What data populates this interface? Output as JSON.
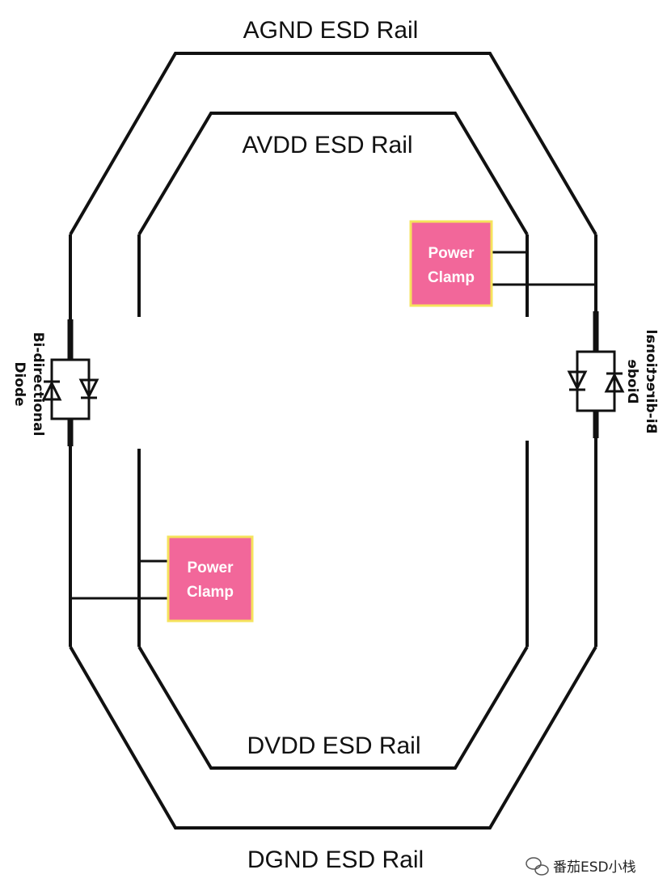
{
  "rails": {
    "agnd": "AGND ESD Rail",
    "avdd": "AVDD ESD Rail",
    "dvdd": "DVDD ESD Rail",
    "dgnd": "DGND ESD Rail"
  },
  "clamps": {
    "top_right": {
      "line1": "Power",
      "line2": "Clamp"
    },
    "bottom_left": {
      "line1": "Power",
      "line2": "Clamp"
    }
  },
  "diodes": {
    "left": {
      "line1": "Bi-directional",
      "line2": "Diode"
    },
    "right": {
      "line1": "Bi-directional",
      "line2": "Diode"
    }
  },
  "colors": {
    "clamp_fill": "#f2679a",
    "clamp_border": "#f5e35c",
    "wire": "#111111"
  },
  "watermark": {
    "icon": "wechat-icon",
    "text": "番茄ESD小栈"
  }
}
